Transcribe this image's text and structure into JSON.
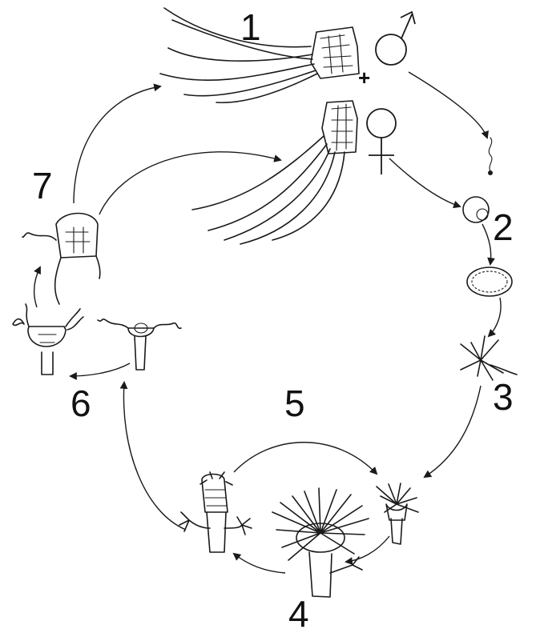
{
  "stage_labels": {
    "s1": "1",
    "s2": "2",
    "s3": "3",
    "s4": "4",
    "s5": "5",
    "s6": "6",
    "s7": "7"
  },
  "symbols": {
    "plus": "+"
  },
  "colors": {
    "ink": "#1a1a1a",
    "background": "#ffffff"
  }
}
